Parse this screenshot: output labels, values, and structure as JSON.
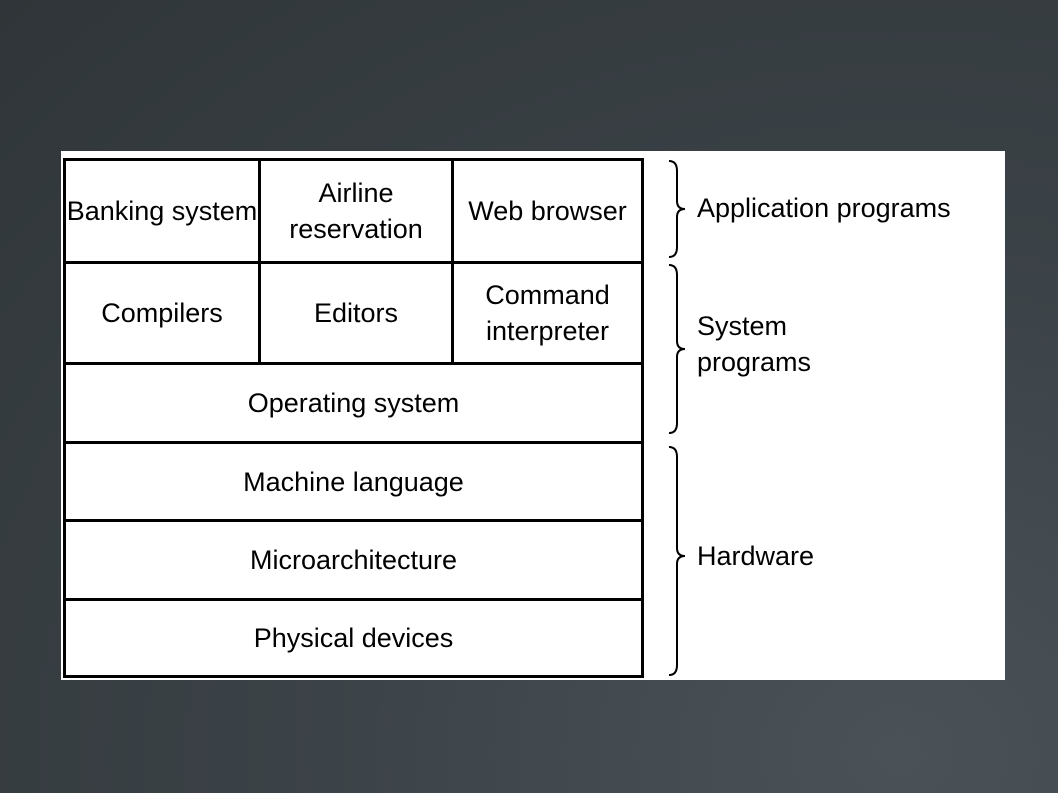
{
  "diagram": {
    "rows": [
      {
        "cells": [
          "Banking system",
          "Airline reservation",
          "Web browser"
        ]
      },
      {
        "cells": [
          "Compilers",
          "Editors",
          "Command interpreter"
        ]
      },
      {
        "cells": [
          "Operating system"
        ]
      },
      {
        "cells": [
          "Machine language"
        ]
      },
      {
        "cells": [
          "Microarchitecture"
        ]
      },
      {
        "cells": [
          "Physical devices"
        ]
      }
    ],
    "groups": [
      {
        "label": "Application programs"
      },
      {
        "label": "System\nprograms"
      },
      {
        "label": "Hardware"
      }
    ]
  }
}
